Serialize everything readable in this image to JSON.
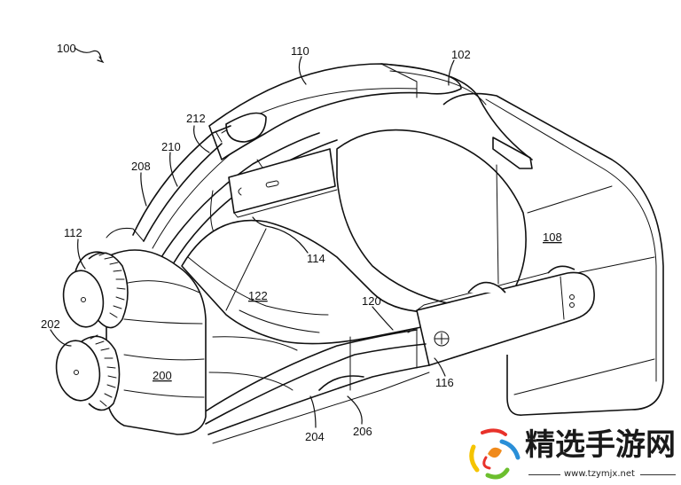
{
  "figure": {
    "labels": {
      "hmd": "100",
      "headband": "102",
      "front_housing": "108",
      "top_strap": "110",
      "knob_upper": "112",
      "bracket": "114",
      "side_arm": "116",
      "side_strap": "120",
      "interface": "122",
      "rear_pad": "200",
      "knob_lower": "202",
      "strap_lower_a": "204",
      "strap_lower_b": "206",
      "strap_upper_a": "208",
      "strap_upper_b": "210",
      "strap_upper_c": "212"
    },
    "underlined_labels": [
      "108",
      "122",
      "200"
    ]
  },
  "watermark": {
    "name": "精选手游网",
    "url": "www.tzymjx.net",
    "colors": {
      "red": "#e8322b",
      "blue": "#2a8fd8",
      "yellow": "#f5c400",
      "green": "#6cbf2e",
      "orange": "#f08a1c"
    }
  }
}
